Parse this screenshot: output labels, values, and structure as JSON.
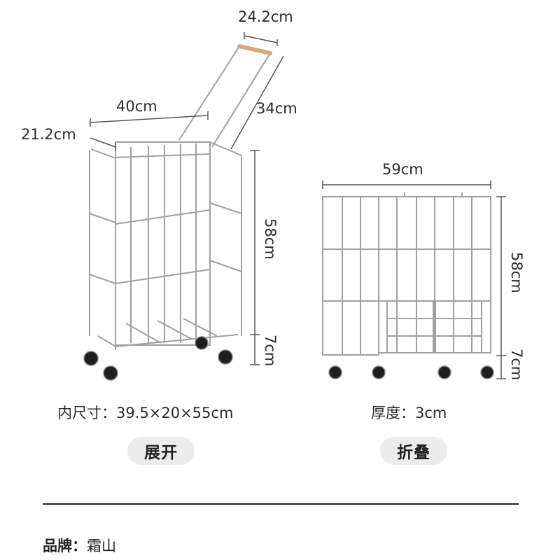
{
  "expanded_view": {
    "handle_width": "24.2cm",
    "handle_length": "34cm",
    "width": "40cm",
    "depth": "21.2cm",
    "basket_height": "58cm",
    "wheel_height": "7cm",
    "inner_size_label": "内尺寸：",
    "inner_size_value": "39.5×20×55cm",
    "state_label": "展开"
  },
  "folded_view": {
    "width": "59cm",
    "basket_height": "58cm",
    "wheel_height": "7cm",
    "thickness_label": "厚度：",
    "thickness_value": "3cm",
    "state_label": "折叠"
  },
  "brand": {
    "label": "品牌：",
    "value": "霜山"
  },
  "colors": {
    "wire": "#9a9a9a",
    "handle_wood": "#d9a77a",
    "wheel": "#1e1e1e",
    "pill_bg": "#ececec",
    "dimension_line": "#555555"
  }
}
